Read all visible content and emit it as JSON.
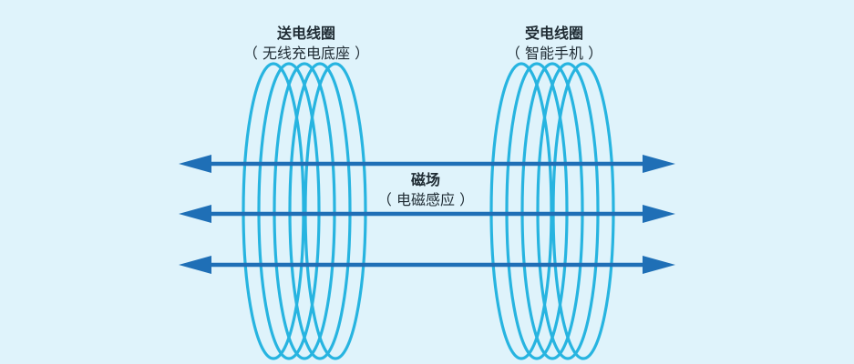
{
  "transmitter": {
    "title": "送电线圈",
    "subtitle": "（ 无线充电底座 ）"
  },
  "receiver": {
    "title": "受电线圈",
    "subtitle": "（ 智能手机 ）"
  },
  "field": {
    "title": "磁场",
    "subtitle": "（ 电磁感应 ）"
  },
  "colors": {
    "background": "#dff3fb",
    "coil": "#27b4e0",
    "arrow": "#1f6fb6"
  }
}
